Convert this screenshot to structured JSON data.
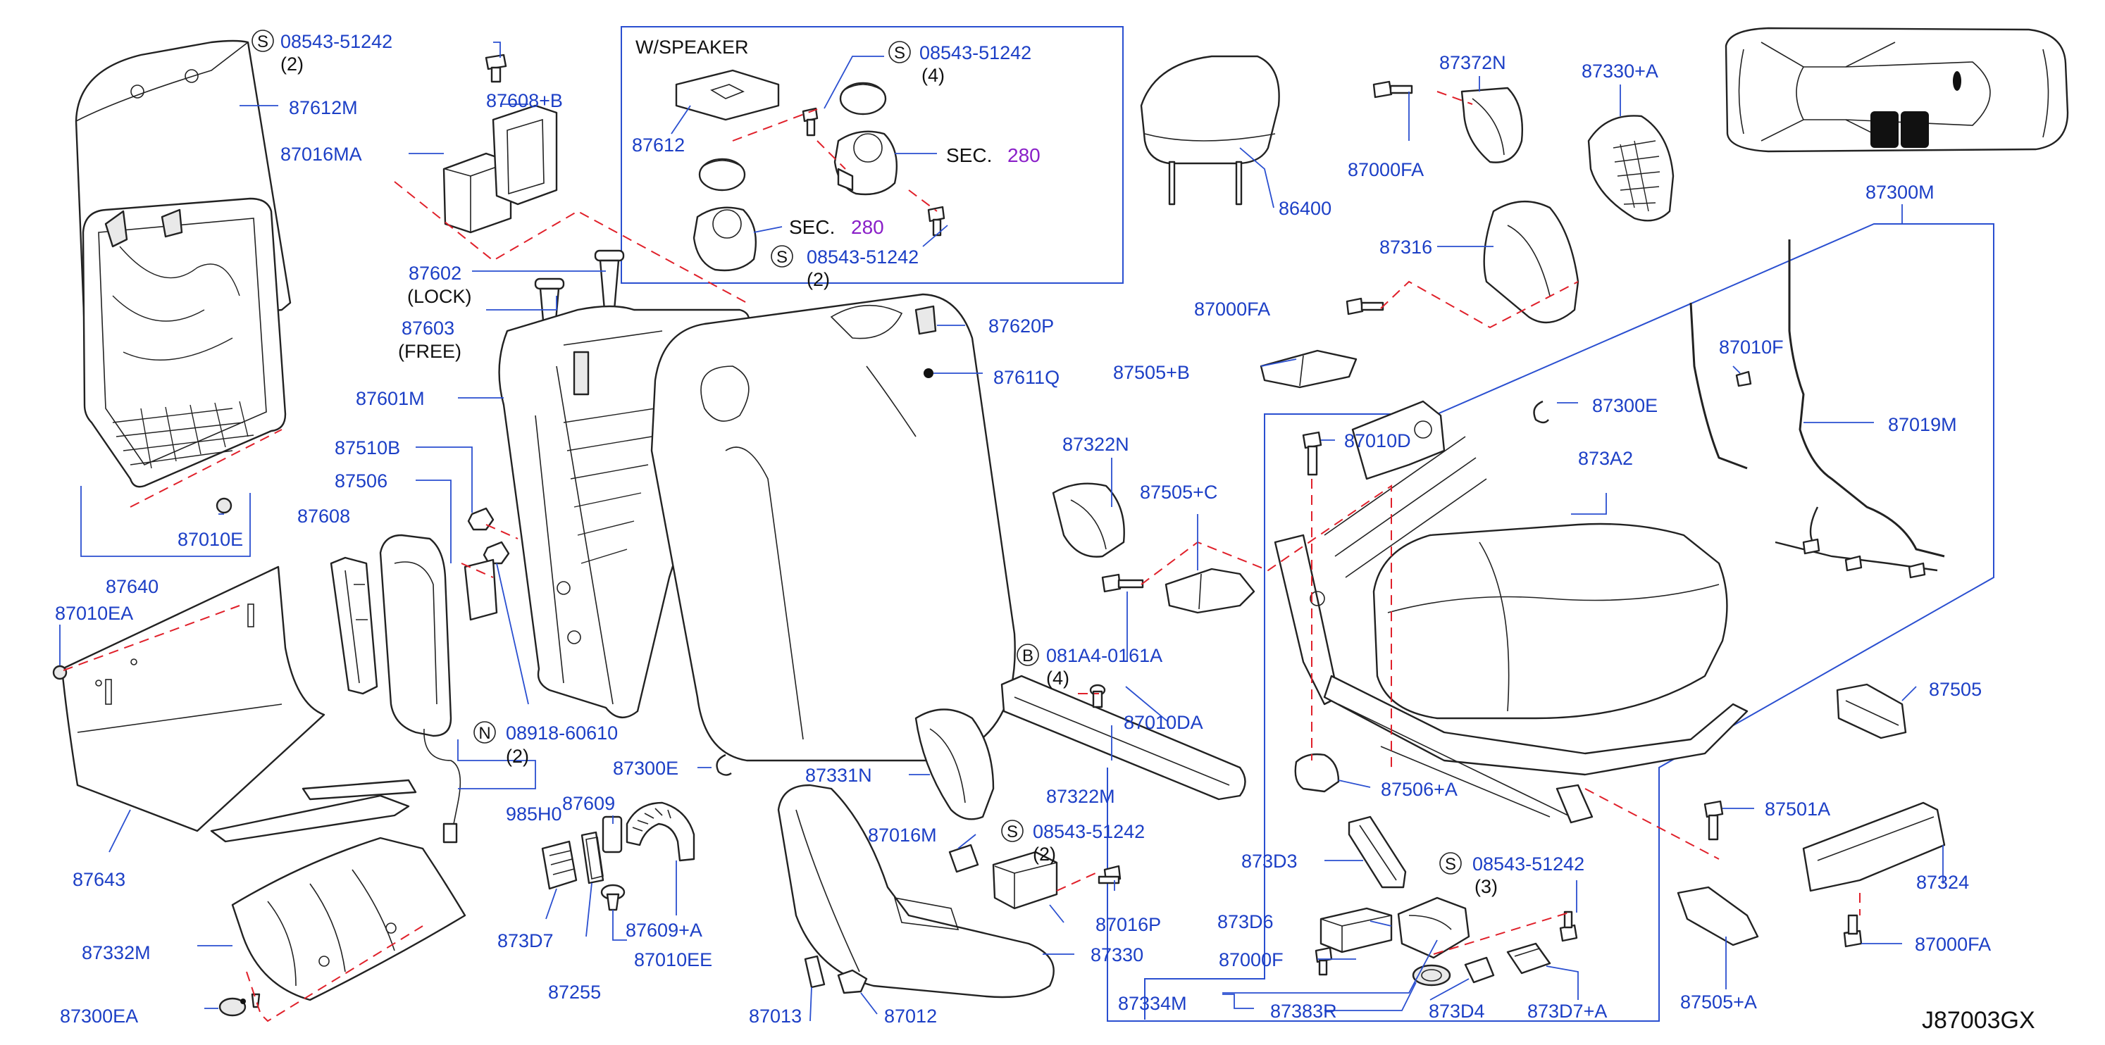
{
  "diagram": {
    "code": "J87003GX",
    "speaker_box_title": "W/SPEAKER",
    "sec_label": "SEC.",
    "sec_number": "280",
    "labels": {
      "s_08543_top": "08543-51242",
      "qty2_top": "(2)",
      "p87612M": "87612M",
      "p87608B": "87608+B",
      "p87016MA": "87016MA",
      "p87602": "87602",
      "lock": "(LOCK)",
      "p87603": "87603",
      "free": "(FREE)",
      "p87601M": "87601M",
      "p87510B": "87510B",
      "p87506": "87506",
      "p87608": "87608",
      "p87010E": "87010E",
      "p87640": "87640",
      "p87010EA": "87010EA",
      "n_08918": "08918-60610",
      "qty2_n": "(2)",
      "p985H0": "985H0",
      "p87300E_l": "87300E",
      "p87643": "87643",
      "p87609": "87609",
      "p87609A": "87609+A",
      "p87010EE": "87010EE",
      "p873D7": "873D7",
      "p87255": "87255",
      "p87332M": "87332M",
      "p87300EA": "87300EA",
      "p87612": "87612",
      "s_08543_spk1": "08543-51242",
      "qty4_spk": "(4)",
      "s_08543_spk2": "08543-51242",
      "qty2_spk": "(2)",
      "p87620P": "87620P",
      "p87611Q": "87611Q",
      "p87322N": "87322N",
      "p87505C": "87505+C",
      "b_081A4": "081A4-0161A",
      "qty4_b": "(4)",
      "p87010DA": "87010DA",
      "p87322M": "87322M",
      "p87331N": "87331N",
      "p87016M": "87016M",
      "s_08543_mid": "08543-51242",
      "qty2_mid": "(2)",
      "p87016P": "87016P",
      "p87330": "87330",
      "p87013": "87013",
      "p87012": "87012",
      "p86400": "86400",
      "p87372N": "87372N",
      "p87000FA_1": "87000FA",
      "p87330A": "87330+A",
      "p87316": "87316",
      "p87000FA_2": "87000FA",
      "p87505B": "87505+B",
      "p87300M": "87300M",
      "p87010F": "87010F",
      "p87300E_r": "87300E",
      "p87019M": "87019M",
      "p87010D": "87010D",
      "p873A2": "873A2",
      "p87506A": "87506+A",
      "p87505": "87505",
      "p87501A": "87501A",
      "p87324": "87324",
      "p87000FA_3": "87000FA",
      "p87505A": "87505+A",
      "p873D3": "873D3",
      "s_08543_bot": "08543-51242",
      "qty3_bot": "(3)",
      "p873D6": "873D6",
      "p87000F": "87000F",
      "p87334M": "87334M",
      "p87383R": "87383R",
      "p873D4": "873D4",
      "p873D7A": "873D7+A"
    },
    "circled_letters": {
      "s": "S",
      "n": "N",
      "b": "B"
    },
    "colors": {
      "label": "#1c3fc6",
      "leader": "#2a4fd0",
      "dashed_guide": "#e0202a",
      "section_number": "#8a1fc8"
    }
  }
}
